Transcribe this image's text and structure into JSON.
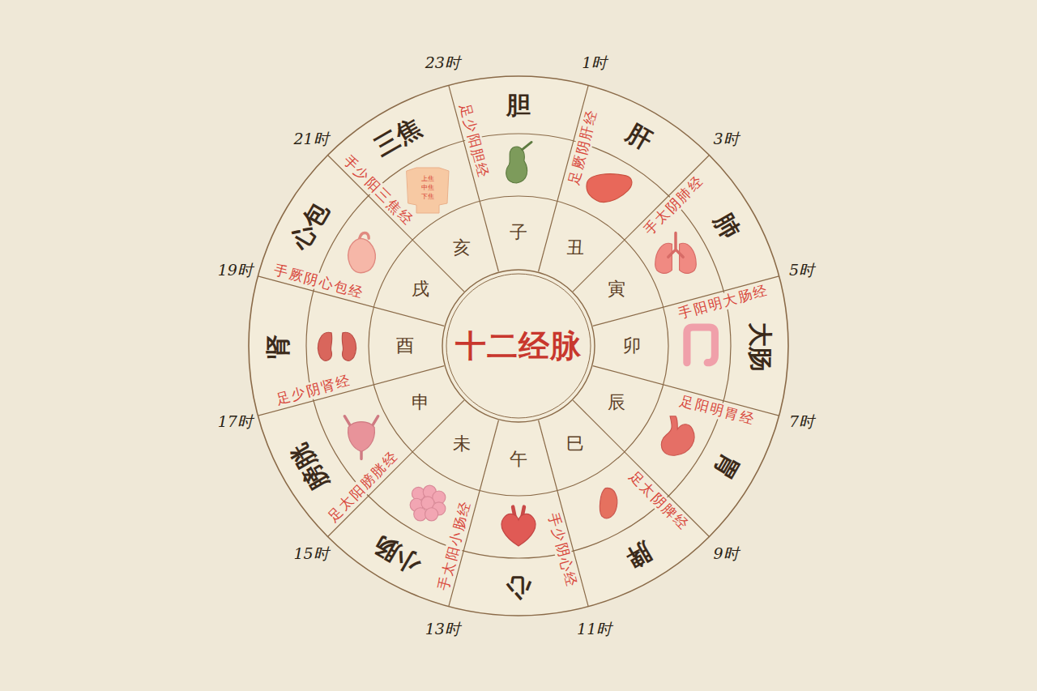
{
  "diagram": {
    "nodes": [
      {
        "text": [
          "十二经脉"
        ]
      },
      {
        "text": [
          "胆"
        ]
      },
      {
        "text": [
          "肝"
        ]
      },
      {
        "text": [
          "肺"
        ]
      },
      {
        "text": [
          "大肠"
        ]
      },
      {
        "text": [
          "胃"
        ]
      },
      {
        "text": [
          "脾"
        ]
      },
      {
        "text": [
          "心"
        ]
      },
      {
        "text": [
          "小肠"
        ]
      },
      {
        "text": [
          "膀胱"
        ]
      },
      {
        "text": [
          "肾"
        ]
      },
      {
        "text": [
          "心包"
        ]
      },
      {
        "text": [
          "三焦"
        ]
      },
      {
        "text": [
          "子"
        ]
      },
      {
        "text": [
          "丑"
        ]
      },
      {
        "text": [
          "寅"
        ]
      },
      {
        "text": [
          "卯"
        ]
      },
      {
        "text": [
          "辰"
        ]
      },
      {
        "text": [
          "巳"
        ]
      },
      {
        "text": [
          "午"
        ]
      },
      {
        "text": [
          "未"
        ]
      },
      {
        "text": [
          "申"
        ]
      },
      {
        "text": [
          "酉"
        ]
      },
      {
        "text": [
          "戌"
        ]
      },
      {
        "text": [
          "亥"
        ]
      }
    ],
    "labels": [
      "23时",
      "1时",
      "3时",
      "5时",
      "7时",
      "9时",
      "11时",
      "13时",
      "15时",
      "17时",
      "19时",
      "21时",
      "足少阳胆经",
      "足厥阴肝经",
      "手太阴肺经",
      "手阳明大肠经",
      "足阳明胃经",
      "足太阴脾经",
      "手少阴心经",
      "手太阳小肠经",
      "足太阳膀胱经",
      "足少阴肾经",
      "手厥阴心包经",
      "手少阳三焦经",
      "上焦",
      "中焦",
      "下焦"
    ]
  }
}
